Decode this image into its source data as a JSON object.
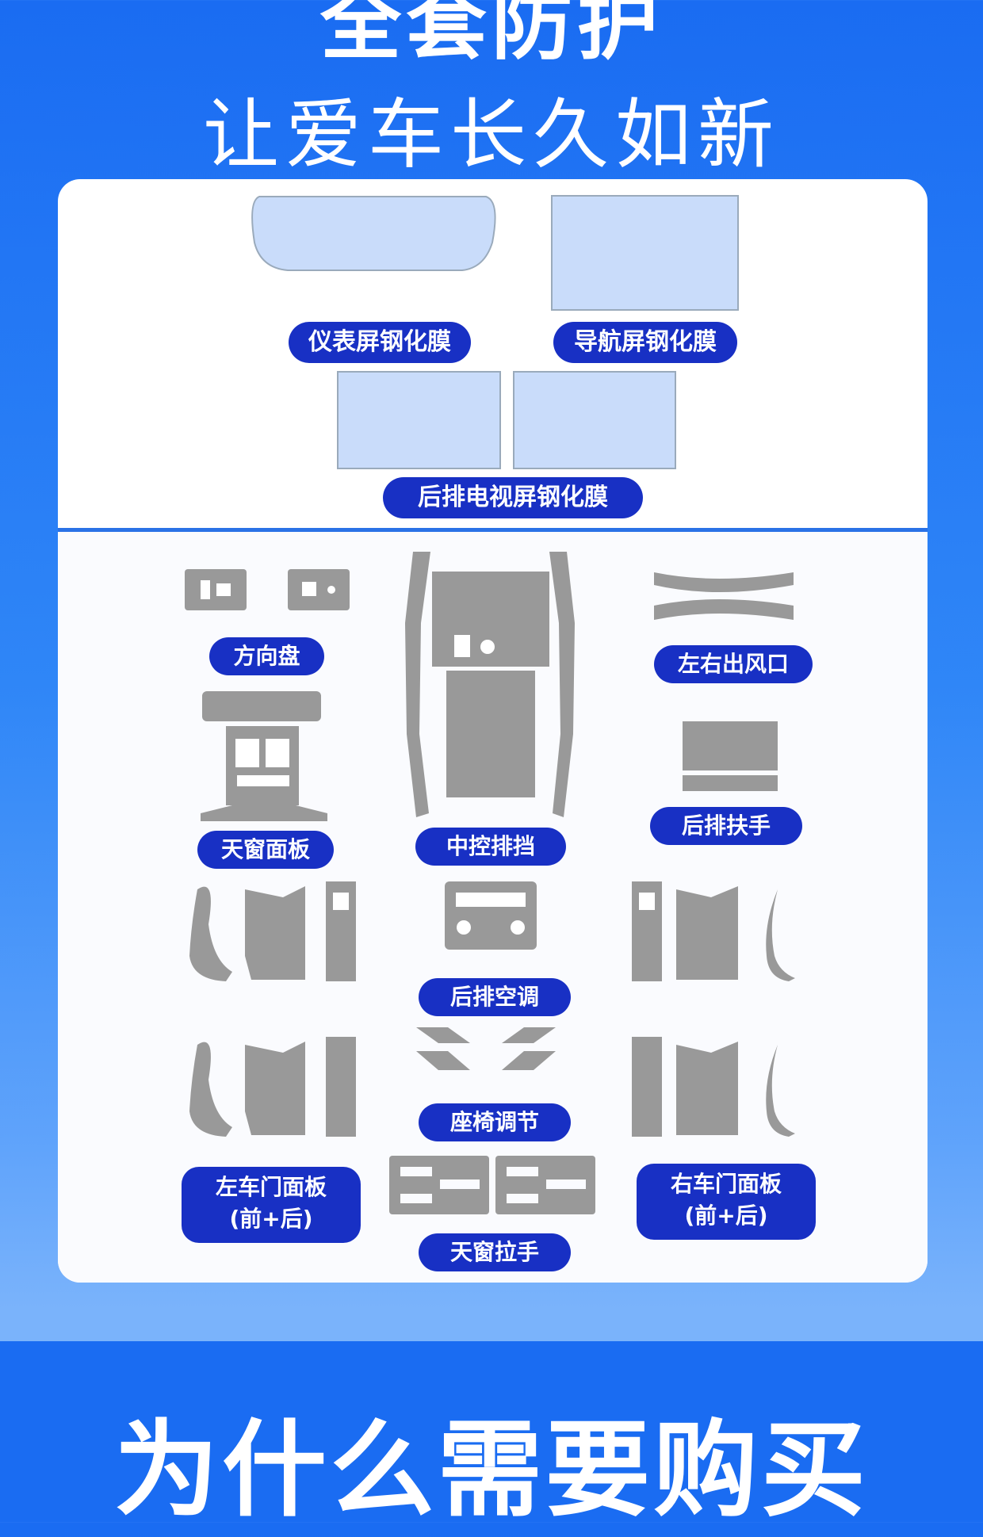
{
  "hero": {
    "title_line1": "全套防护",
    "title_line2": "让爱车长久如新"
  },
  "screens": {
    "instrument": "仪表屏钢化膜",
    "navigation": "导航屏钢化膜",
    "rear_tv": "后排电视屏钢化膜"
  },
  "parts": {
    "steering_wheel": "方向盘",
    "center_console": "中控排挡",
    "air_vents": "左右出风口",
    "sunroof_panel": "天窗面板",
    "rear_armrest": "后排扶手",
    "rear_ac": "后排空调",
    "seat_adjust": "座椅调节",
    "left_door_line1": "左车门面板",
    "left_door_line2": "(前+后)",
    "right_door_line1": "右车门面板",
    "right_door_line2": "(前+后)",
    "sunroof_handle": "天窗拉手"
  },
  "bottom": {
    "title": "为什么需要购买"
  },
  "colors": {
    "brand_blue": "#1a6cf2",
    "pill_blue": "#1830c4",
    "film_blue": "#c9dcfa",
    "part_gray": "#999999"
  }
}
